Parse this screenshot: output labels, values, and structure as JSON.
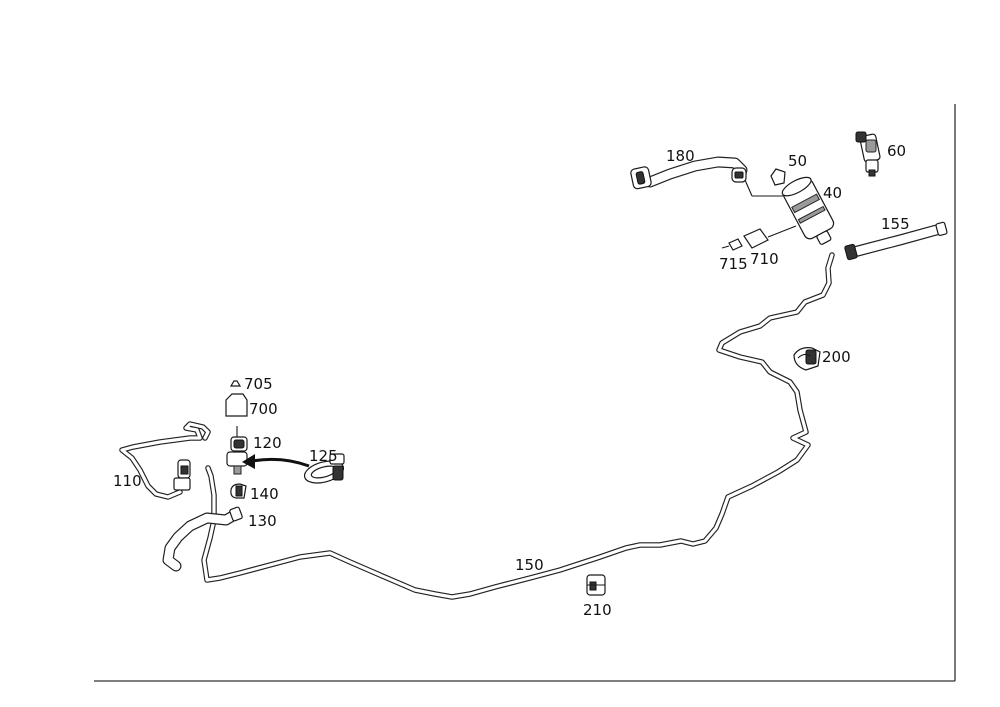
{
  "callouts": {
    "c40": "40",
    "c50": "50",
    "c60": "60",
    "c110": "110",
    "c120": "120",
    "c125": "125",
    "c130": "130",
    "c140": "140",
    "c150": "150",
    "c155": "155",
    "c180": "180",
    "c200": "200",
    "c210": "210",
    "c700": "700",
    "c705": "705",
    "c710": "710",
    "c715": "715"
  },
  "colors": {
    "line": "#1a1a1a",
    "background": "#ffffff",
    "frame": "#333333"
  }
}
